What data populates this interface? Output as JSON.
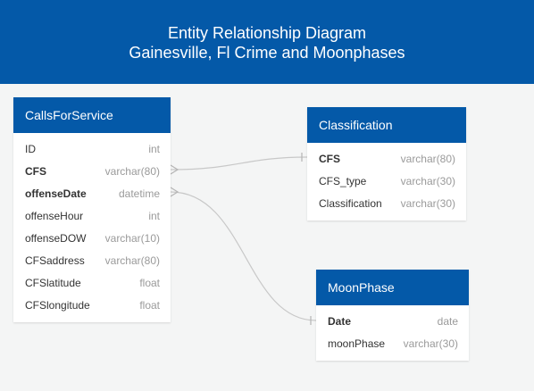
{
  "header": {
    "title_line1": "Entity Relationship Diagram",
    "title_line2": "Gainesville, Fl Crime and Moonphases",
    "bg_color": "#0459a8"
  },
  "entities": {
    "calls": {
      "name": "CallsForService",
      "fields": [
        {
          "name": "ID",
          "type": "int"
        },
        {
          "name": "CFS",
          "type": "varchar(80)"
        },
        {
          "name": "offenseDate",
          "type": "datetime"
        },
        {
          "name": "offenseHour",
          "type": "int"
        },
        {
          "name": "offenseDOW",
          "type": "varchar(10)"
        },
        {
          "name": "CFSaddress",
          "type": "varchar(80)"
        },
        {
          "name": "CFSlatitude",
          "type": "float"
        },
        {
          "name": "CFSlongitude",
          "type": "float"
        }
      ]
    },
    "classification": {
      "name": "Classification",
      "fields": [
        {
          "name": "CFS",
          "type": "varchar(80)"
        },
        {
          "name": "CFS_type",
          "type": "varchar(30)"
        },
        {
          "name": "Classification",
          "type": "varchar(30)"
        }
      ]
    },
    "moonphase": {
      "name": "MoonPhase",
      "fields": [
        {
          "name": "Date",
          "type": "date"
        },
        {
          "name": "moonPhase",
          "type": "varchar(30)"
        }
      ]
    }
  },
  "relationships": [
    {
      "from": "CallsForService.CFS",
      "to": "Classification.CFS",
      "from_cardinality": "many",
      "to_cardinality": "one"
    },
    {
      "from": "CallsForService.offenseDate",
      "to": "MoonPhase.Date",
      "from_cardinality": "many",
      "to_cardinality": "one"
    }
  ]
}
